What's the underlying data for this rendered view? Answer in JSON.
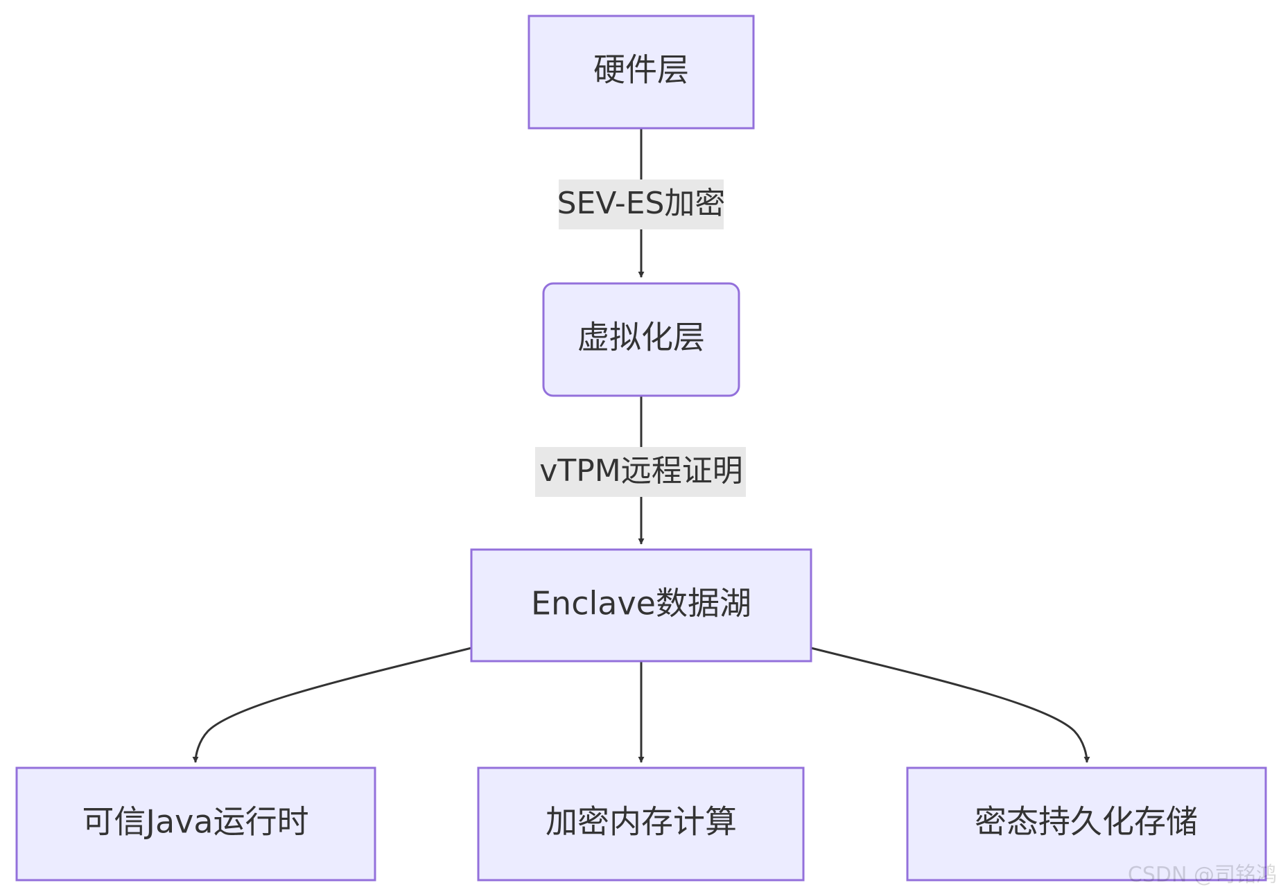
{
  "nodes": {
    "hardware": "硬件层",
    "virtualization": "虚拟化层",
    "enclave": "Enclave数据湖",
    "java_runtime": "可信Java运行时",
    "encrypted_compute": "加密内存计算",
    "persistent_storage": "密态持久化存储"
  },
  "edges": {
    "hardware_to_virtualization": "SEV-ES加密",
    "virtualization_to_enclave": "vTPM远程证明"
  },
  "watermark": "CSDN @司铭鸿",
  "colors": {
    "node_fill": "#ECECFF",
    "node_stroke": "#9370DB",
    "edge": "#333333",
    "edge_label_bg": "#E8E8E8",
    "text": "#333333"
  }
}
